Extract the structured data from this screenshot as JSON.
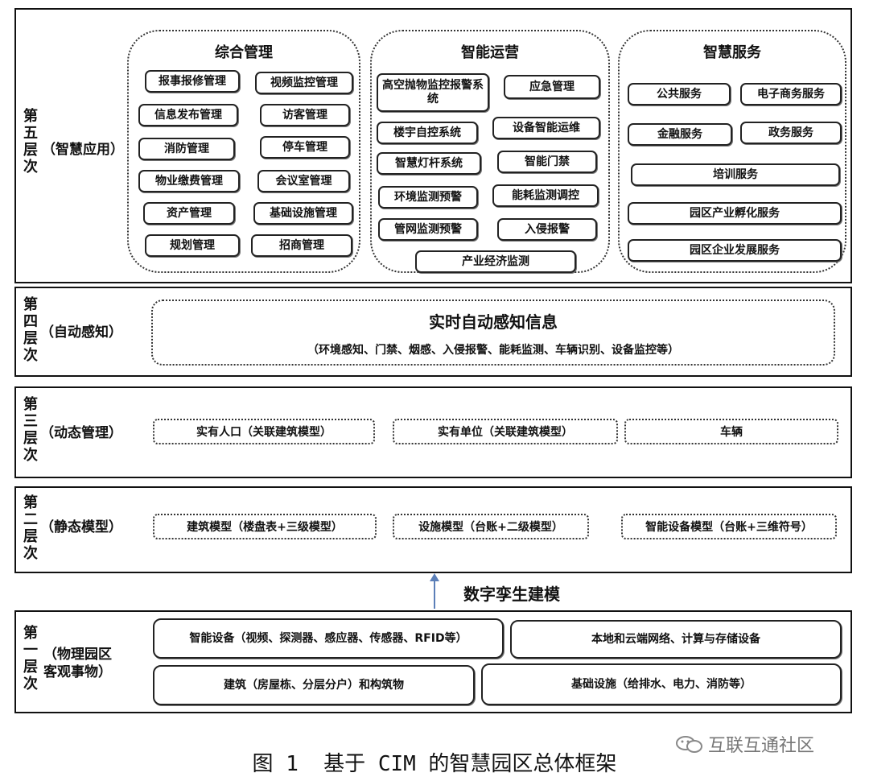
{
  "layer5": {
    "label": "第\n五\n层\n次",
    "paren": "（智慧应用）",
    "groups": {
      "zonghe": {
        "title": "综合管理",
        "items": [
          "报事报修管理",
          "视频监控管理",
          "信息发布管理",
          "访客管理",
          "消防管理",
          "停车管理",
          "物业缴费管理",
          "会议室管理",
          "资产管理",
          "基础设施管理",
          "规划管理",
          "招商管理"
        ]
      },
      "zhineng": {
        "title": "智能运营",
        "items": [
          "高空抛物监控报警系统",
          "应急管理",
          "楼宇自控系统",
          "设备智能运维",
          "智慧灯杆系统",
          "智能门禁",
          "环境监测预警",
          "能耗监测调控",
          "管网监测预警",
          "入侵报警",
          "产业经济监测"
        ]
      },
      "fuwu": {
        "title": "智慧服务",
        "items": [
          "公共服务",
          "电子商务服务",
          "金融服务",
          "政务服务",
          "培训服务",
          "园区产业孵化服务",
          "园区企业发展服务"
        ]
      }
    }
  },
  "layer4": {
    "label": "第\n四\n层\n次",
    "paren": "（自动感知）",
    "title": "实时自动感知信息",
    "subtitle": "（环境感知、门禁、烟感、入侵报警、能耗监测、车辆识别、设备监控等）"
  },
  "layer3": {
    "label": "第\n三\n层\n次",
    "paren": "（动态管理）",
    "items": [
      "实有人口（关联建筑模型）",
      "实有单位（关联建筑模型）",
      "车辆"
    ]
  },
  "layer2": {
    "label": "第\n二\n层\n次",
    "paren": "（静态模型）",
    "items": [
      "建筑模型（楼盘表+三级模型）",
      "设施模型（台账+二级模型）",
      "智能设备模型（台账+三维符号）"
    ]
  },
  "arrow_label": "数字孪生建模",
  "layer1": {
    "label": "第\n一\n层\n次",
    "paren": "（物理园区\n客观事物）",
    "items": [
      "智能设备（视频、探测器、感应器、传感器、RFID等）",
      "本地和云端网络、计算与存储设备",
      "建筑（房屋栋、分层分户）和构筑物",
      "基础设施（给排水、电力、消防等）"
    ]
  },
  "watermark": "互联互通社区",
  "caption": "图 1  基于 CIM 的智慧园区总体框架",
  "colors": {
    "arrow": "#5b7fb8",
    "border": "#111111"
  }
}
